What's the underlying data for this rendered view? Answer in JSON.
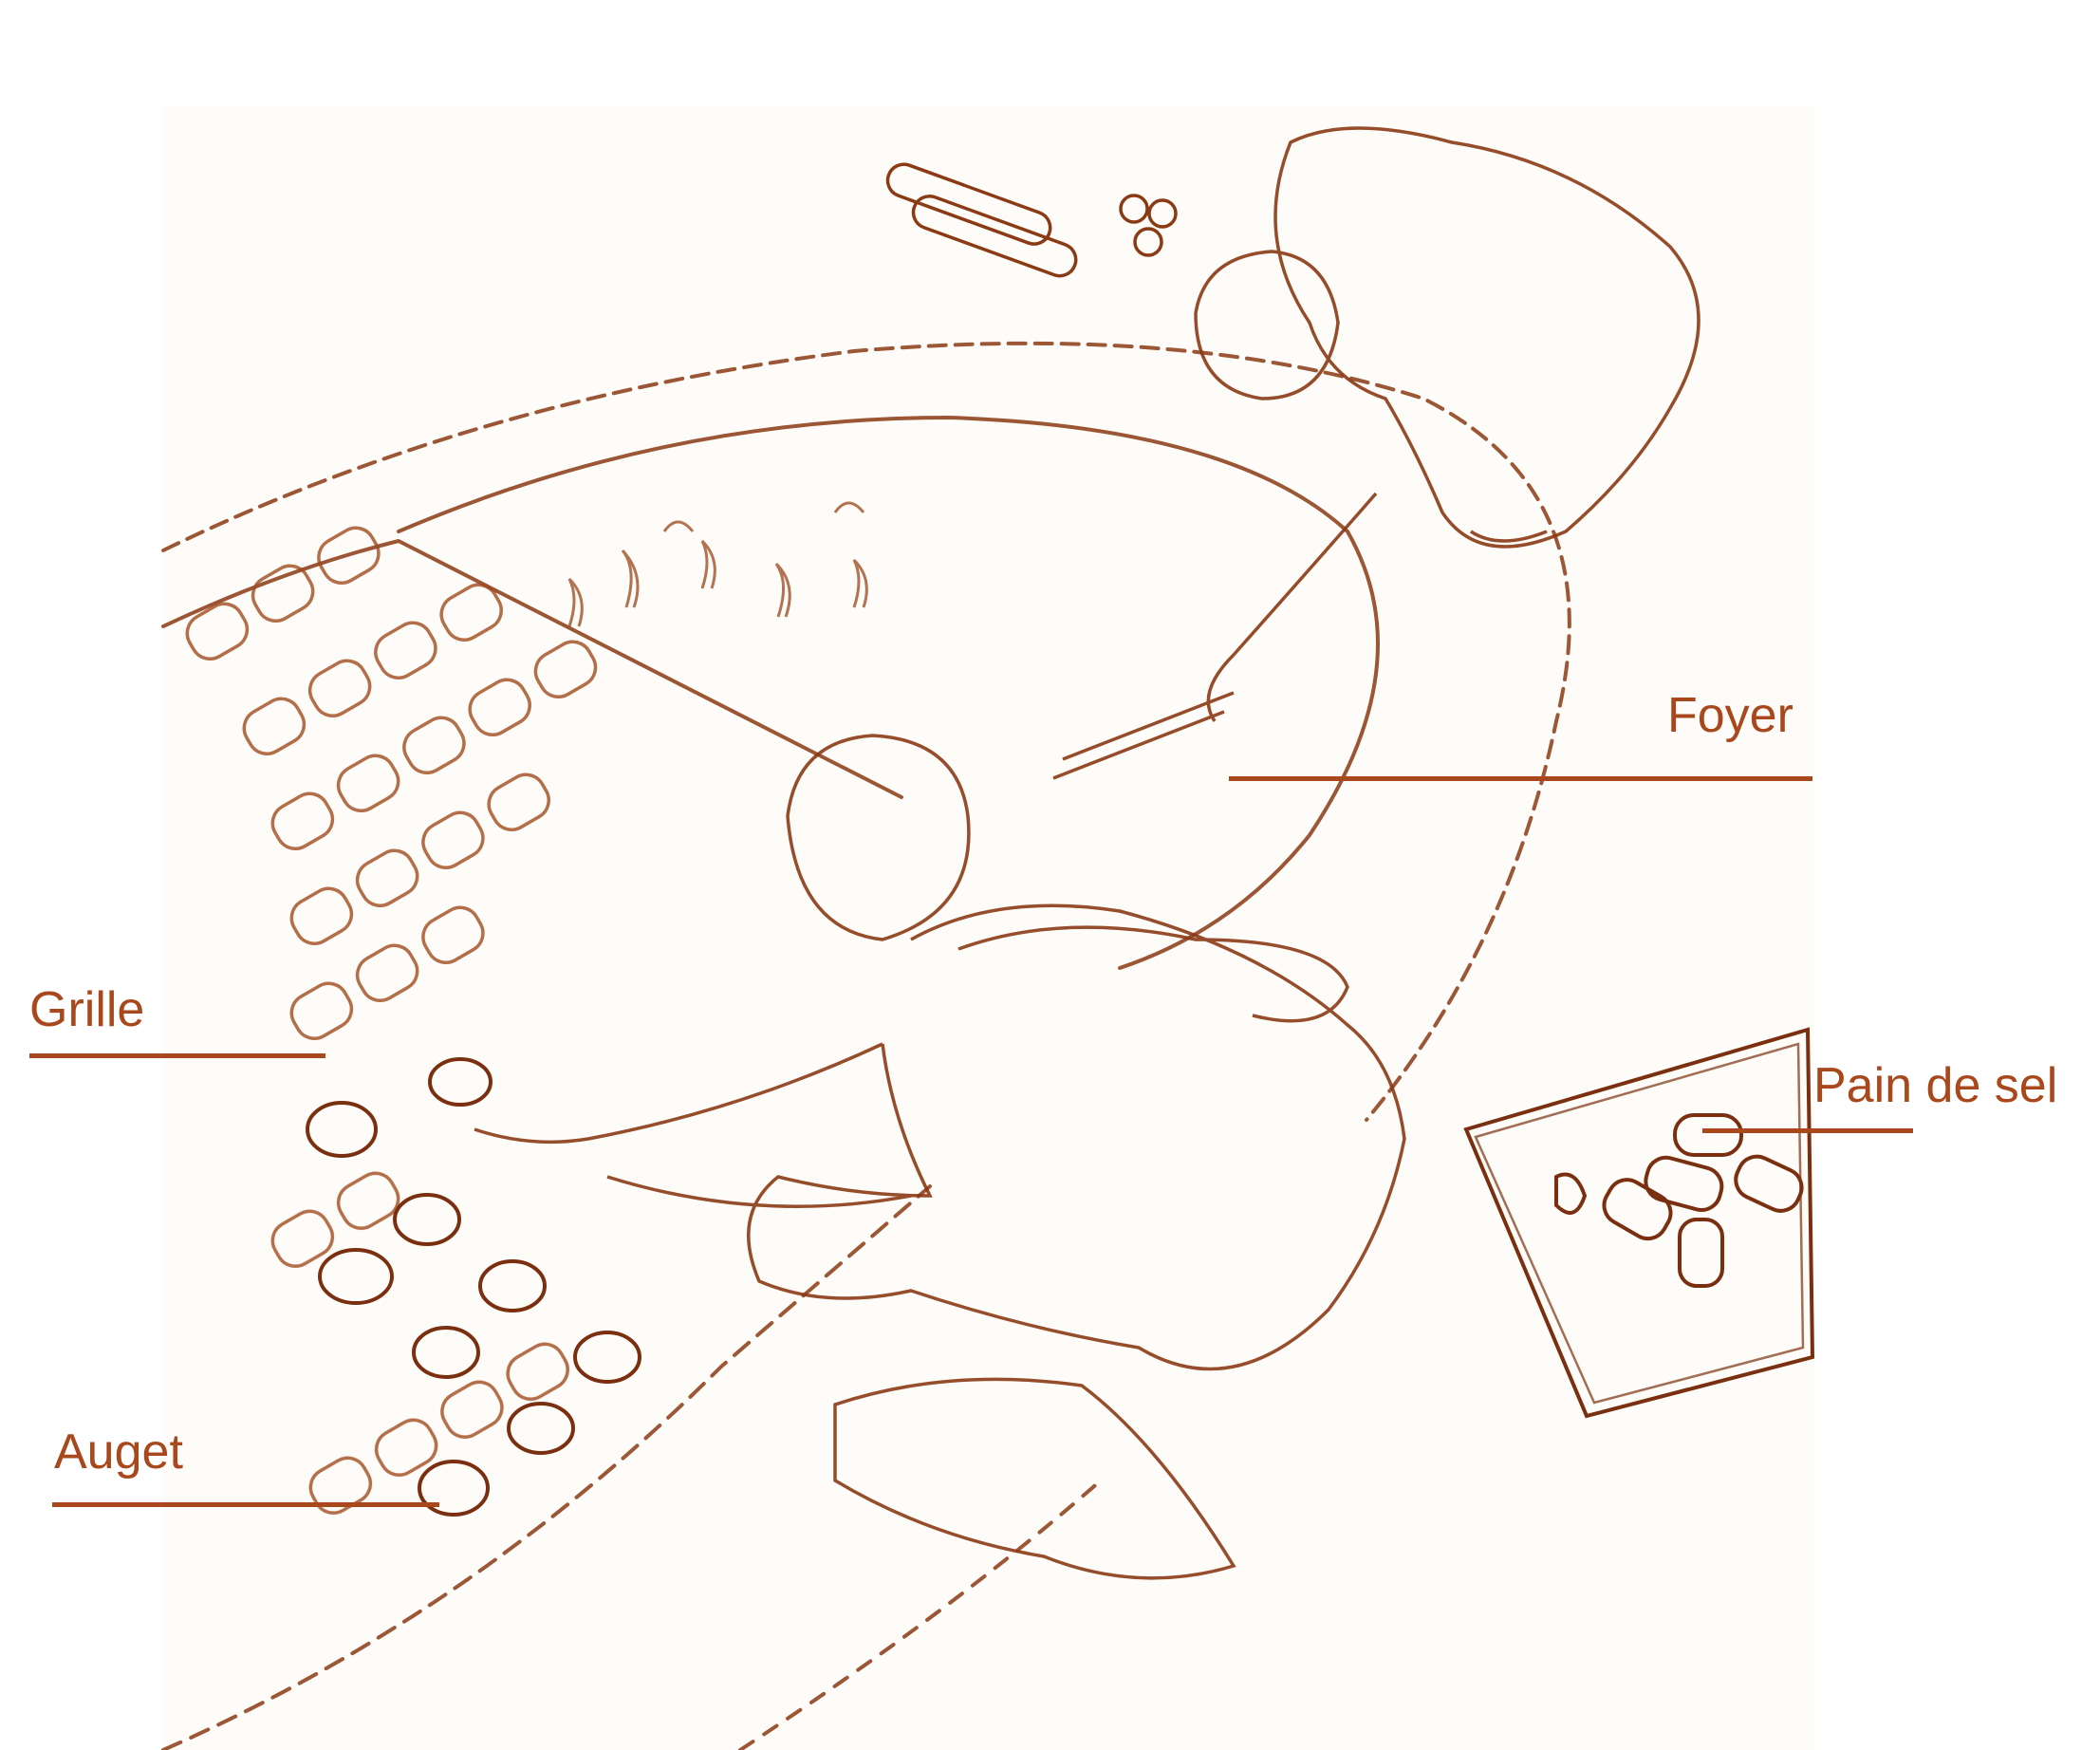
{
  "figure": {
    "type": "illustration",
    "style": "sepia pencil sketch",
    "colors": {
      "label": "#a8481c",
      "leader_line": "#a8481c",
      "sketch_stroke": "#8a3a14",
      "sketch_light": "#c98a5e",
      "paper": "#fefcf8",
      "background": "#ffffff"
    }
  },
  "labels": [
    {
      "id": "foyer",
      "text": "Foyer"
    },
    {
      "id": "grille",
      "text": "Grille"
    },
    {
      "id": "pain-de-sel",
      "text": "Pain de sel"
    },
    {
      "id": "auget",
      "text": "Auget"
    }
  ]
}
